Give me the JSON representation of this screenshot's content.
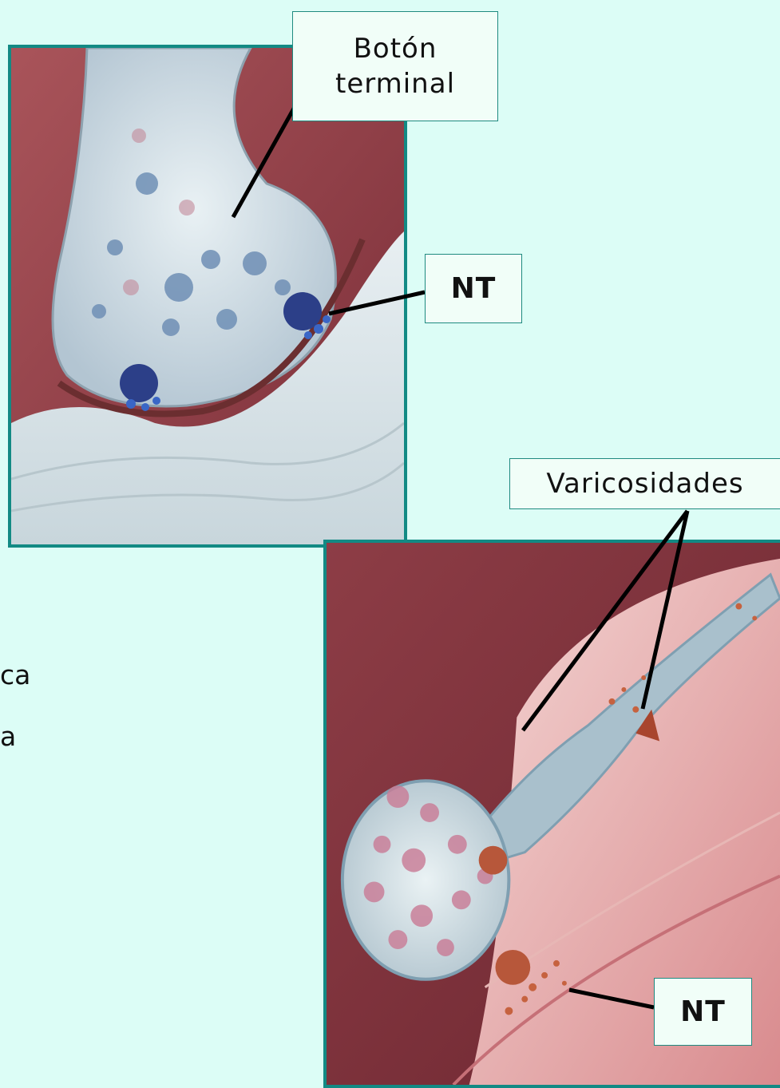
{
  "labels": {
    "boton_line1": "Botón",
    "boton_line2": "terminal",
    "nt_top": "NT",
    "varicosidades": "Varicosidades",
    "nt_bottom": "NT"
  },
  "side_text": {
    "line1": "ca",
    "line2": "a"
  },
  "colors": {
    "background": "#dcfdf6",
    "panel_border": "#128a84",
    "tissue_red": "#8b3a44",
    "vesicle_blue": "#3a5e9c",
    "vesicle_pink": "#b85a72"
  }
}
